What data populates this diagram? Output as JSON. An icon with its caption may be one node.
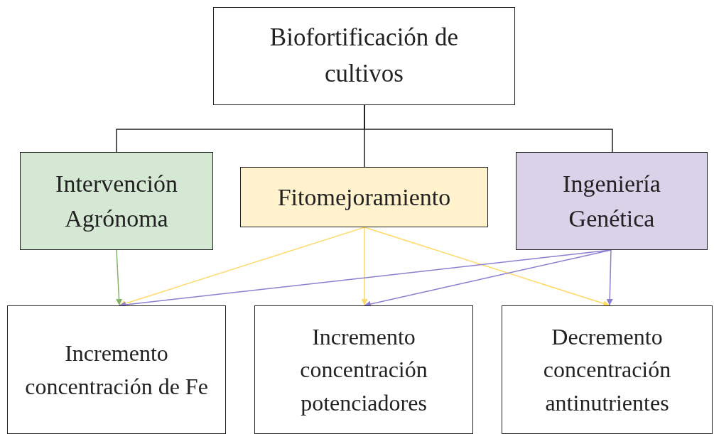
{
  "diagram": {
    "nodes": [
      {
        "text": [
          "Biofortificación de cultivos"
        ]
      },
      {
        "text": [
          "Intervención Agrónoma"
        ]
      },
      {
        "text": [
          "Fitomejoramiento"
        ]
      },
      {
        "text": [
          "Ingeniería Genética"
        ]
      },
      {
        "text": [
          "Incremento concentración de Fe"
        ]
      },
      {
        "text": [
          "Incremento concentración potenciadores"
        ]
      },
      {
        "text": [
          "Decremento concentración antinutrientes"
        ]
      }
    ],
    "edges": [
      {
        "from": 0,
        "to": 1,
        "arrow": "none"
      },
      {
        "from": 0,
        "to": 2,
        "arrow": "none"
      },
      {
        "from": 0,
        "to": 3,
        "arrow": "none"
      },
      {
        "from": 1,
        "to": 4,
        "arrow": "to",
        "color": "#82b366"
      },
      {
        "from": 2,
        "to": 4,
        "arrow": "to",
        "color": "#ffd966"
      },
      {
        "from": 2,
        "to": 5,
        "arrow": "to",
        "color": "#ffd966"
      },
      {
        "from": 2,
        "to": 6,
        "arrow": "to",
        "color": "#ffd966"
      },
      {
        "from": 3,
        "to": 4,
        "arrow": "to",
        "color": "#8c7fd0"
      },
      {
        "from": 3,
        "to": 5,
        "arrow": "to",
        "color": "#8c7fd0"
      },
      {
        "from": 3,
        "to": 6,
        "arrow": "to",
        "color": "#8c7fd0"
      }
    ]
  }
}
